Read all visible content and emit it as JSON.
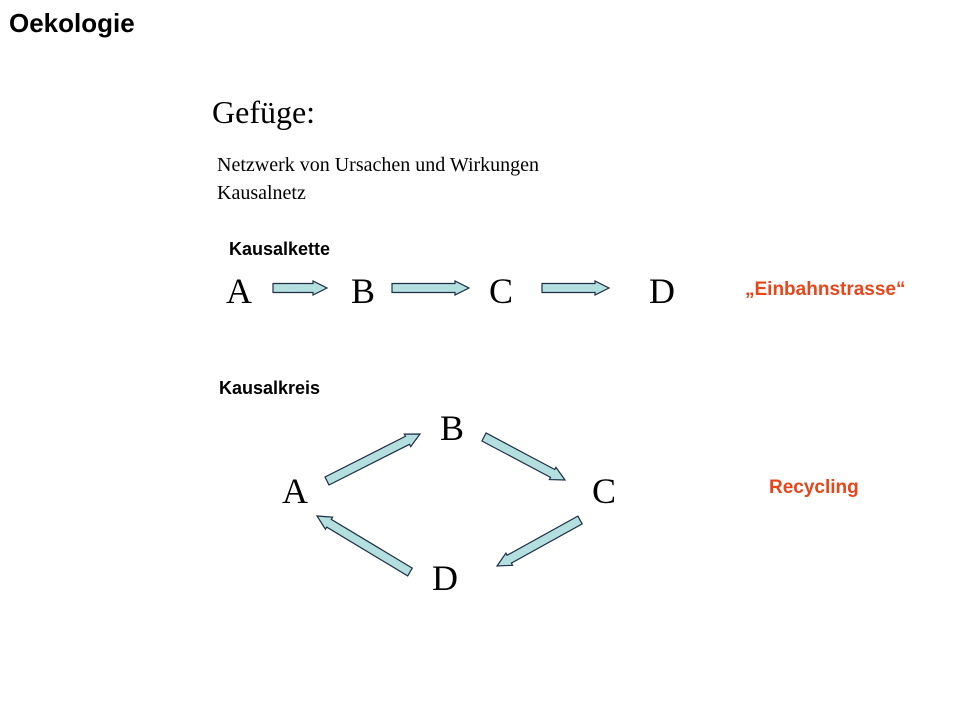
{
  "title": "Oekologie",
  "heading": "Gefüge:",
  "description": [
    "Netzwerk von Ursachen und Wirkungen",
    "Kausalnetz"
  ],
  "chain": {
    "label": "Kausalkette",
    "nodes": [
      "A",
      "B",
      "C",
      "D"
    ],
    "note": "„Einbahnstrasse“"
  },
  "cycle": {
    "label": "Kausalkreis",
    "nodes": {
      "top": "B",
      "left": "A",
      "right": "C",
      "bottom": "D"
    },
    "note": "Recycling"
  },
  "colors": {
    "arrow_fill": "#b3dfdf",
    "arrow_stroke": "#1c2f44",
    "note_text": "#e8461a"
  }
}
